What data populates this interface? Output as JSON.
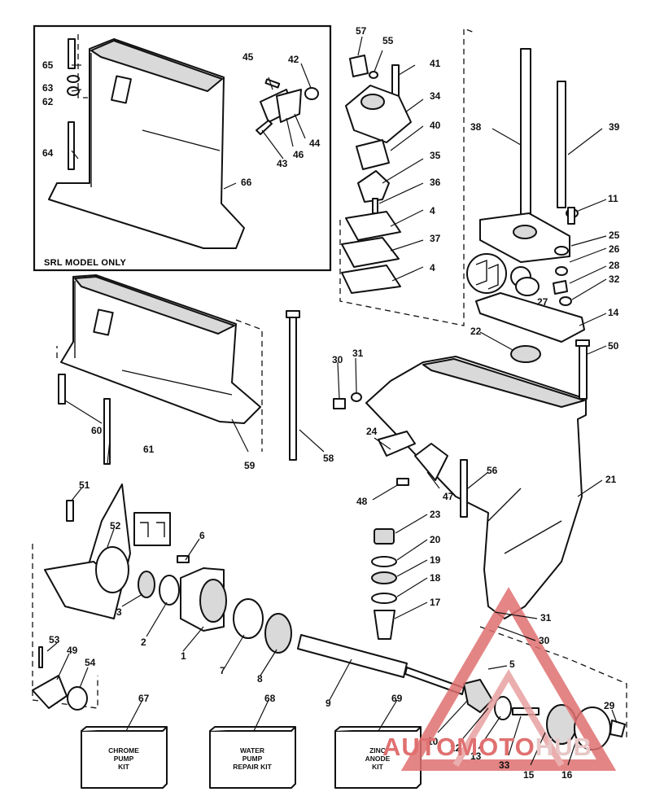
{
  "diagram": {
    "inset_label": "SRL MODEL ONLY",
    "kits": [
      {
        "number": "67",
        "lines": [
          "CHROME",
          "PUMP",
          "KIT"
        ]
      },
      {
        "number": "68",
        "lines": [
          "WATER",
          "PUMP",
          "REPAIR KIT"
        ]
      },
      {
        "number": "69",
        "lines": [
          "ZINC",
          "ANODE",
          "KIT"
        ]
      }
    ],
    "callouts": [
      "1",
      "2",
      "3",
      "4",
      "4",
      "5",
      "6",
      "7",
      "8",
      "9",
      "10",
      "11",
      "12",
      "13",
      "14",
      "15",
      "16",
      "17",
      "18",
      "19",
      "20",
      "21",
      "22",
      "23",
      "24",
      "25",
      "26",
      "27",
      "28",
      "29",
      "30",
      "30",
      "31",
      "31",
      "32",
      "33",
      "34",
      "35",
      "36",
      "37",
      "38",
      "39",
      "40",
      "41",
      "42",
      "43",
      "44",
      "45",
      "46",
      "47",
      "48",
      "49",
      "50",
      "51",
      "52",
      "53",
      "54",
      "55",
      "56",
      "57",
      "58",
      "59",
      "60",
      "61",
      "62",
      "63",
      "64",
      "65",
      "66"
    ]
  },
  "watermark": {
    "part1": "AUTOMOTO",
    "part2": "HUB"
  },
  "colors": {
    "line": "#111111",
    "watermark_red": "#e07070",
    "watermark_light": "#e8c6c6"
  }
}
